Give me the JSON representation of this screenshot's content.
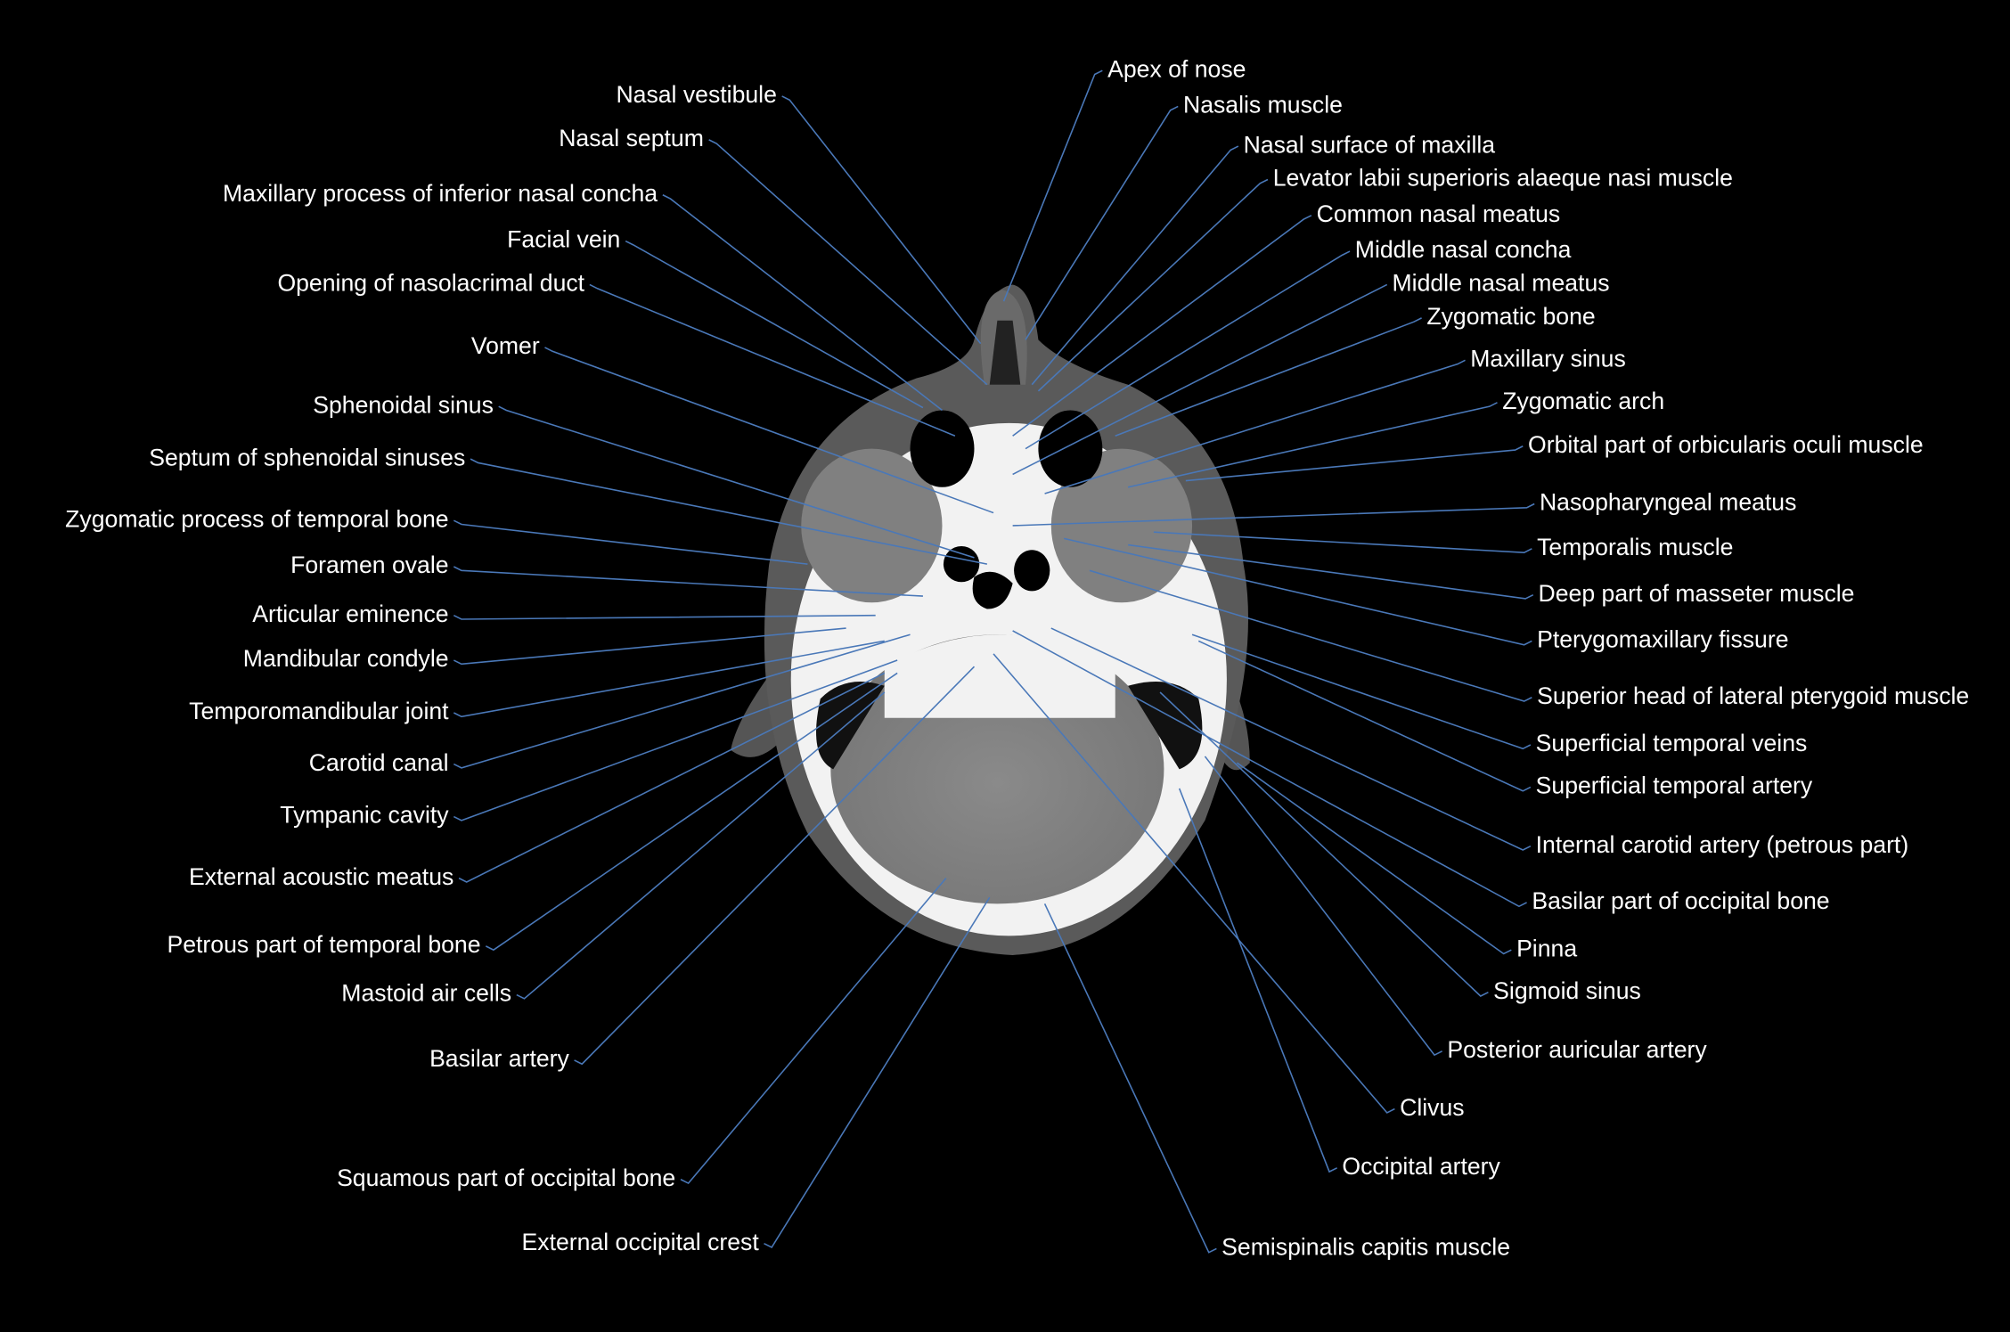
{
  "image": {
    "type": "axial CT scan of head with anatomical labels",
    "leader_color": "#4a78b8",
    "text_color": "#ffffff",
    "background": "#000000"
  },
  "labels_left": [
    "Nasal vestibule",
    "Nasal septum",
    "Maxillary process of inferior nasal concha",
    "Facial vein",
    "Opening of nasolacrimal duct",
    "Vomer",
    "Sphenoidal sinus",
    "Septum of sphenoidal sinuses",
    "Zygomatic process of temporal bone",
    "Foramen ovale",
    "Articular eminence",
    "Mandibular condyle",
    "Temporomandibular joint",
    "Carotid canal",
    "Tympanic cavity",
    "External acoustic meatus",
    "Petrous part of temporal bone",
    "Mastoid air cells",
    "Basilar artery",
    "Squamous part of occipital bone",
    "External occipital crest"
  ],
  "labels_right": [
    "Apex of nose",
    "Nasalis muscle",
    "Nasal surface of maxilla",
    "Levator labii superioris alaeque nasi muscle",
    "Common nasal meatus",
    "Middle nasal concha",
    "Middle nasal meatus",
    "Zygomatic bone",
    "Maxillary sinus",
    "Zygomatic arch",
    "Orbital part of orbicularis oculi muscle",
    "Nasopharyngeal meatus",
    "Temporalis muscle",
    "Deep part of masseter muscle",
    "Pterygomaxillary fissure",
    "Superior head of lateral pterygoid muscle",
    "Superficial temporal veins",
    "Superficial temporal artery",
    "Internal carotid artery (petrous part)",
    "Basilar part of occipital bone",
    "Pinna",
    "Sigmoid sinus",
    "Posterior auricular artery",
    "Clivus",
    "Occipital artery",
    "Semispinalis capitis muscle"
  ]
}
